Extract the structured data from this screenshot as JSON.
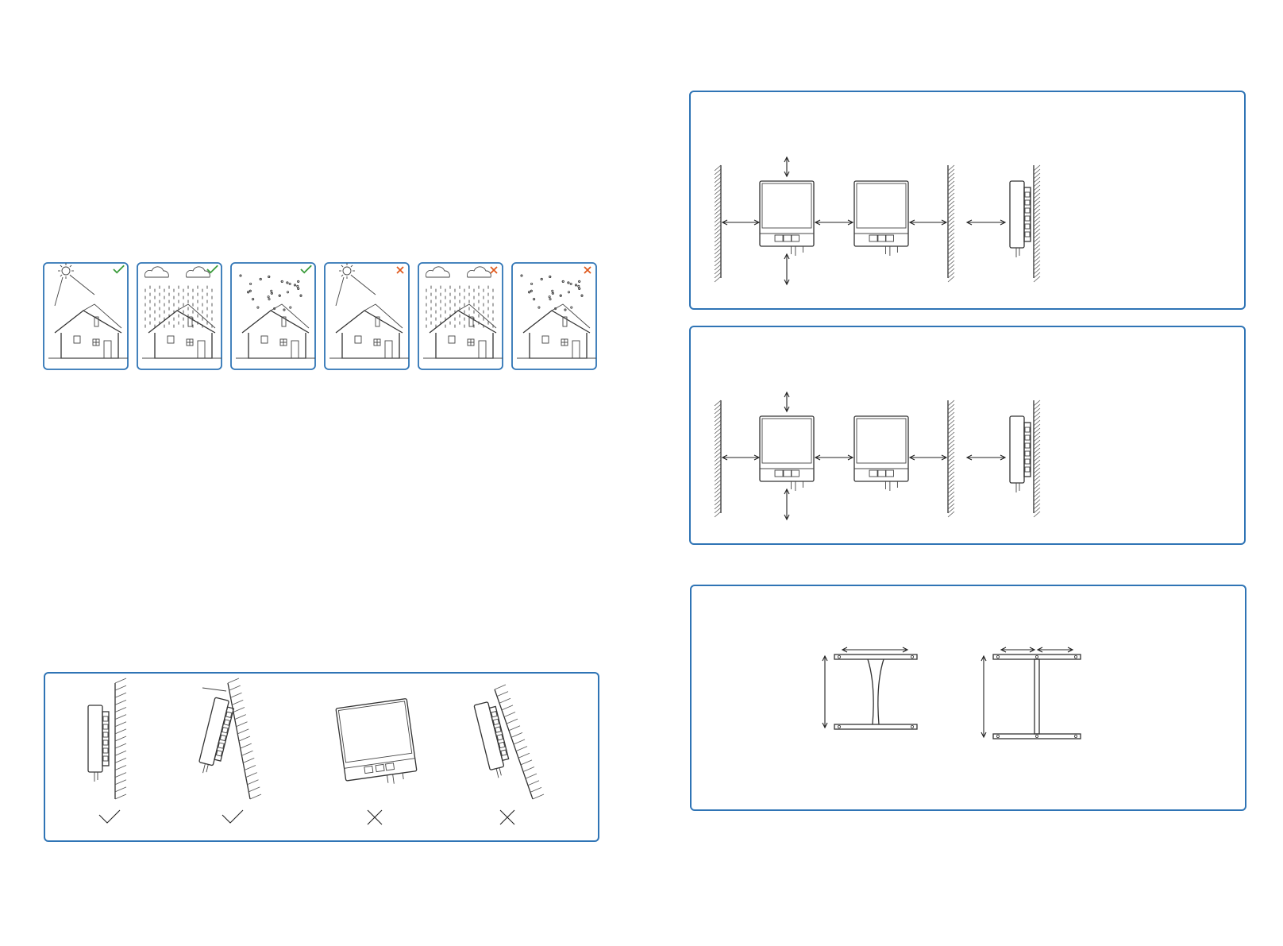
{
  "colors": {
    "panel_border": "#2f74b5",
    "check_green": "#3a9b3a",
    "cross_orange": "#e05a1e",
    "line": "#333333"
  },
  "environment_cards": [
    {
      "scene": "sun",
      "verdict": "allowed",
      "icon": "check-icon"
    },
    {
      "scene": "rain",
      "verdict": "allowed",
      "icon": "check-icon"
    },
    {
      "scene": "snow",
      "verdict": "allowed",
      "icon": "check-icon"
    },
    {
      "scene": "sun",
      "verdict": "not-allowed",
      "icon": "cross-icon"
    },
    {
      "scene": "rain",
      "verdict": "not-allowed",
      "icon": "cross-icon"
    },
    {
      "scene": "snow",
      "verdict": "not-allowed",
      "icon": "cross-icon"
    }
  ],
  "mounting_angles": [
    {
      "position": "vertical",
      "verdict": "allowed",
      "icon": "check-icon"
    },
    {
      "position": "tilted-back",
      "verdict": "allowed",
      "icon": "check-icon"
    },
    {
      "position": "horizontal",
      "verdict": "not-allowed",
      "icon": "cross-icon"
    },
    {
      "position": "tilted-forward",
      "verdict": "not-allowed",
      "icon": "cross-icon"
    }
  ],
  "clearance_diagrams": [
    {
      "variant": "model-a"
    },
    {
      "variant": "model-b"
    }
  ],
  "bracket_diagrams": [
    {
      "variant": "single-column"
    },
    {
      "variant": "double-column"
    }
  ]
}
